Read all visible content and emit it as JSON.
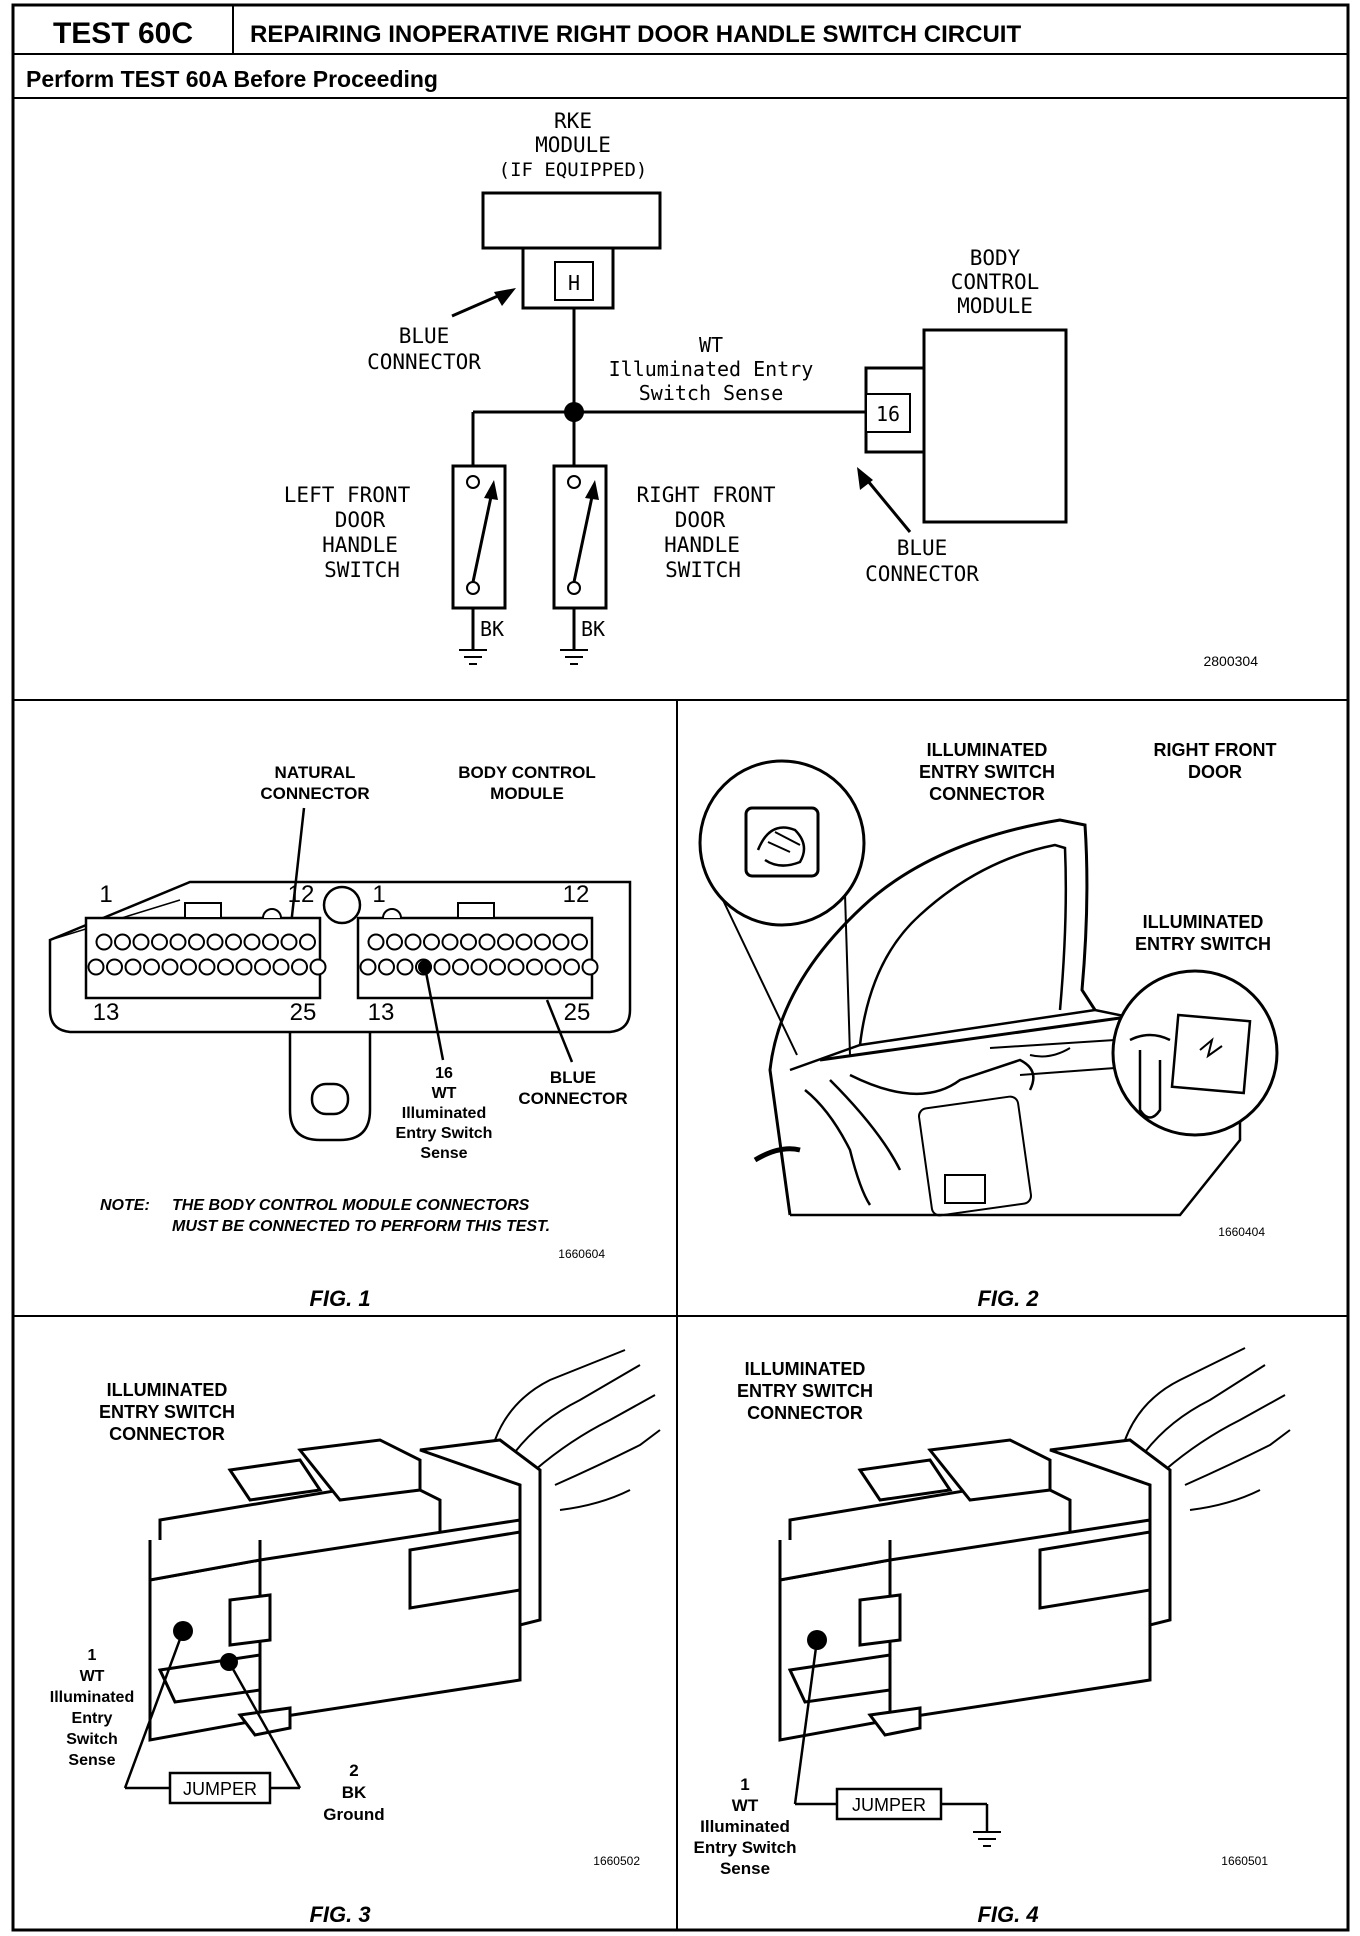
{
  "header": {
    "test_id": "TEST 60C",
    "title": "REPAIRING INOPERATIVE RIGHT DOOR HANDLE SWITCH CIRCUIT",
    "subtitle": "Perform TEST 60A Before Proceeding"
  },
  "schematic": {
    "rke_label": [
      "RKE",
      "MODULE",
      "(IF EQUIPPED)"
    ],
    "rke_pin": "H",
    "rke_connector_label": [
      "BLUE",
      "CONNECTOR"
    ],
    "wire_label": [
      "WT",
      "Illuminated Entry",
      "Switch Sense"
    ],
    "bcm_label": [
      "BODY",
      "CONTROL",
      "MODULE"
    ],
    "bcm_pin": "16",
    "bcm_connector_label": [
      "BLUE",
      "CONNECTOR"
    ],
    "left_switch_label": [
      "LEFT FRONT",
      "DOOR",
      "HANDLE",
      "SWITCH"
    ],
    "right_switch_label": [
      "RIGHT FRONT",
      "DOOR",
      "HANDLE",
      "SWITCH"
    ],
    "ground_wire_left": "BK",
    "ground_wire_right": "BK",
    "drawing_number": "2800304"
  },
  "fig1": {
    "caption": "FIG. 1",
    "natural_connector_label": [
      "NATURAL",
      "CONNECTOR"
    ],
    "bcm_label": [
      "BODY CONTROL",
      "MODULE"
    ],
    "pin_labels": {
      "left_1": "1",
      "left_12": "12",
      "left_13": "13",
      "left_25": "25",
      "right_1": "1",
      "right_12": "12",
      "right_13": "13",
      "right_25": "25"
    },
    "pin16_label": [
      "16",
      "WT",
      "Illuminated",
      "Entry Switch",
      "Sense"
    ],
    "blue_connector_label": [
      "BLUE",
      "CONNECTOR"
    ],
    "note_prefix": "NOTE:",
    "note_lines": [
      "THE BODY CONTROL MODULE CONNECTORS",
      "MUST BE CONNECTED TO PERFORM THIS TEST."
    ],
    "drawing_number": "1660604"
  },
  "fig2": {
    "caption": "FIG. 2",
    "connector_label": [
      "ILLUMINATED",
      "ENTRY SWITCH",
      "CONNECTOR"
    ],
    "door_label": [
      "RIGHT FRONT",
      "DOOR"
    ],
    "switch_label": [
      "ILLUMINATED",
      "ENTRY SWITCH"
    ],
    "drawing_number": "1660404"
  },
  "fig3": {
    "caption": "FIG. 3",
    "connector_label": [
      "ILLUMINATED",
      "ENTRY SWITCH",
      "CONNECTOR"
    ],
    "pin1_label": [
      "1",
      "WT",
      "Illuminated",
      "Entry",
      "Switch",
      "Sense"
    ],
    "pin2_label": [
      "2",
      "BK",
      "Ground"
    ],
    "jumper_label": "JUMPER",
    "drawing_number": "1660502"
  },
  "fig4": {
    "caption": "FIG. 4",
    "connector_label": [
      "ILLUMINATED",
      "ENTRY SWITCH",
      "CONNECTOR"
    ],
    "pin1_label": [
      "1",
      "WT",
      "Illuminated",
      "Entry Switch",
      "Sense"
    ],
    "jumper_label": "JUMPER",
    "drawing_number": "1660501"
  }
}
